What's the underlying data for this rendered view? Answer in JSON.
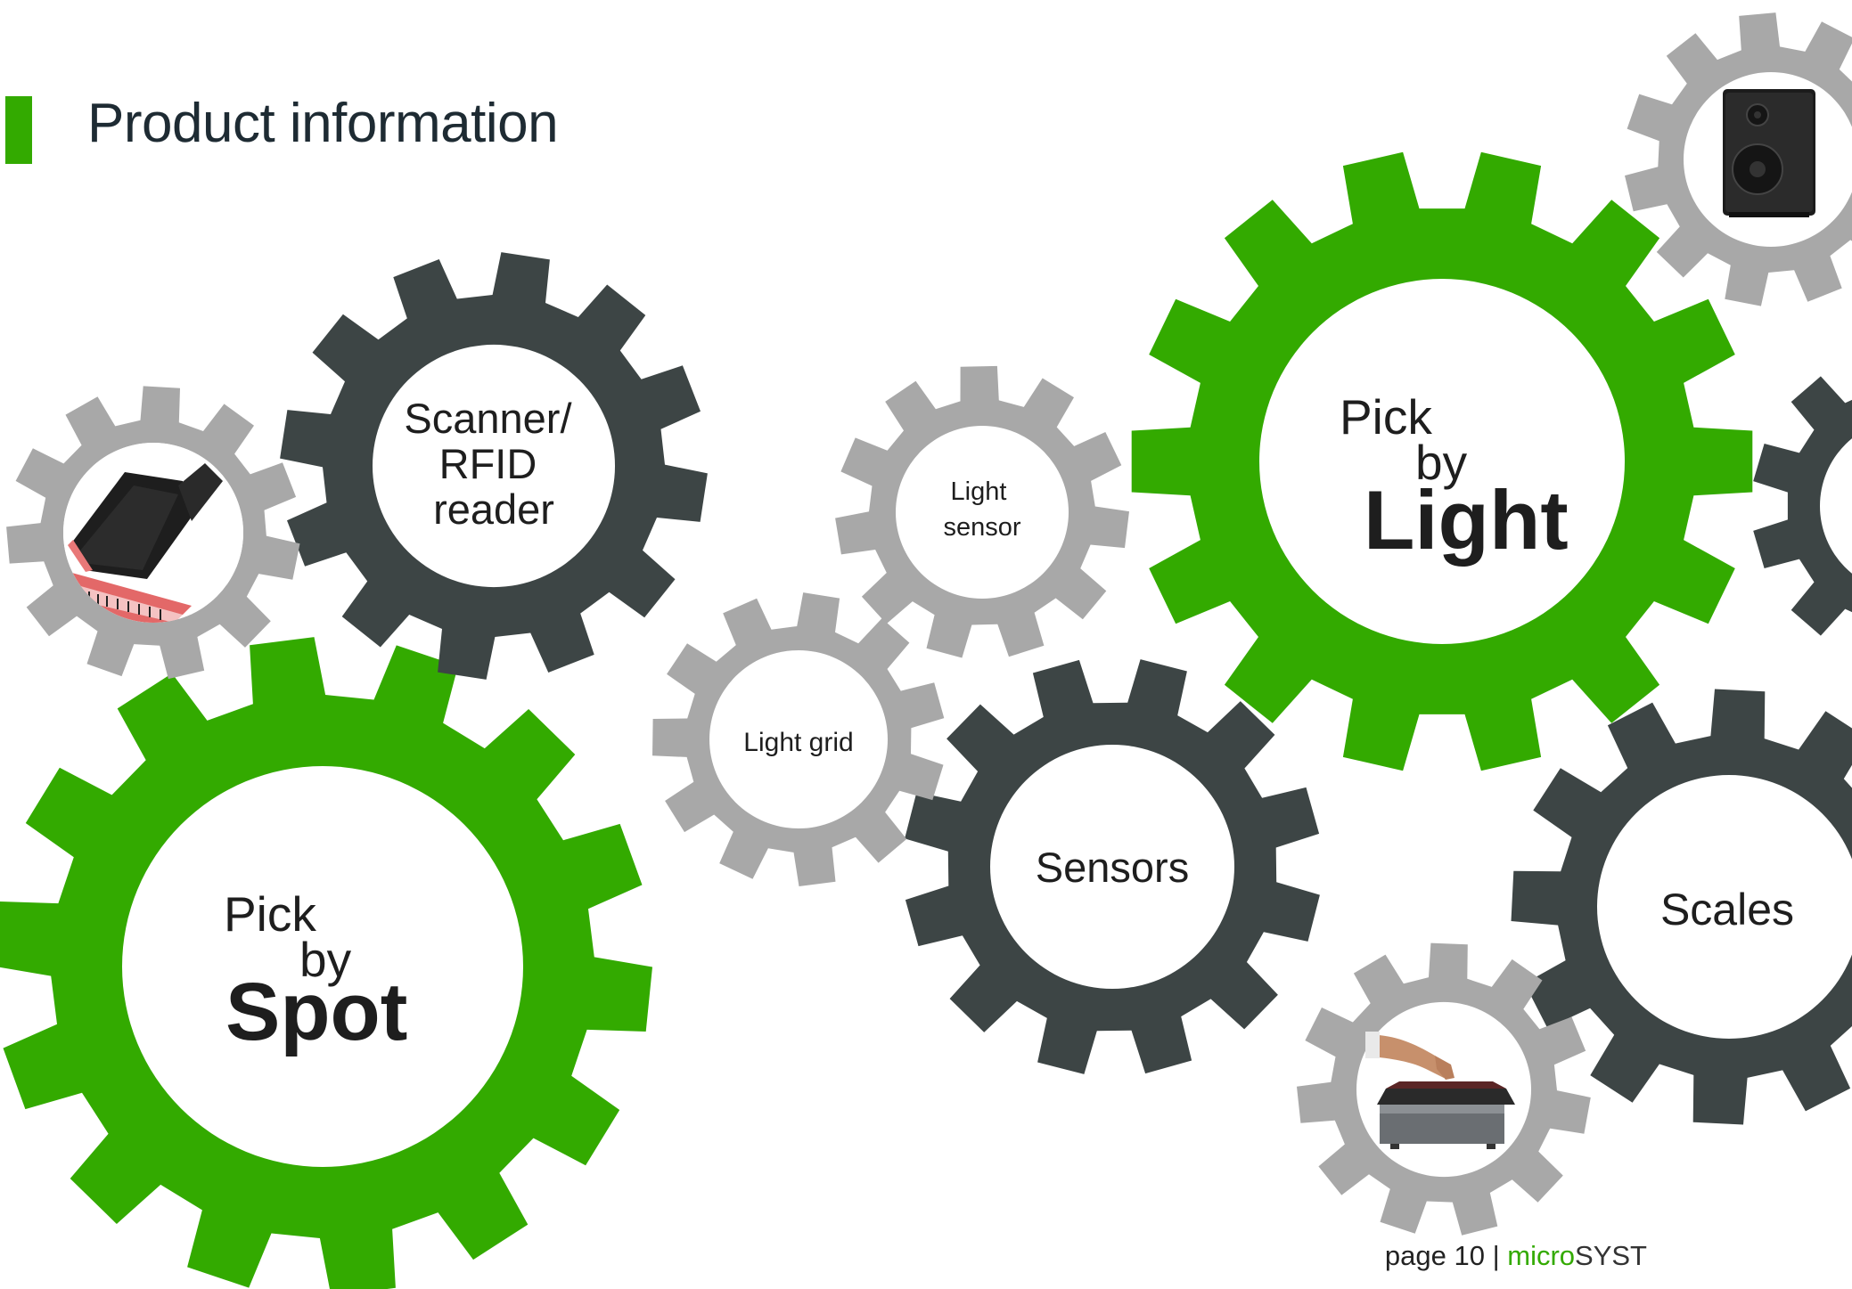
{
  "header": {
    "title": "Product information"
  },
  "colors": {
    "green": "#33aa00",
    "dark": "#3d4545",
    "light": "#a8a8a8",
    "text": "#1e1e1e"
  },
  "gears": {
    "scanner": {
      "lines": [
        "Scanner/",
        "RFID",
        "reader"
      ]
    },
    "light_sensor": {
      "lines": [
        "Light",
        "sensor"
      ]
    },
    "light_grid": {
      "label": "Light grid"
    },
    "sensors": {
      "label": "Sensors"
    },
    "scales": {
      "label": "Scales"
    },
    "pick_light": {
      "pick": "Pick",
      "by": "by",
      "big": "Light"
    },
    "pick_spot": {
      "pick": "Pick",
      "by": "by",
      "big": "Spot"
    }
  },
  "footer": {
    "page": "page 10",
    "sep": "|",
    "brand_a": "micro",
    "brand_b": "SYST"
  }
}
